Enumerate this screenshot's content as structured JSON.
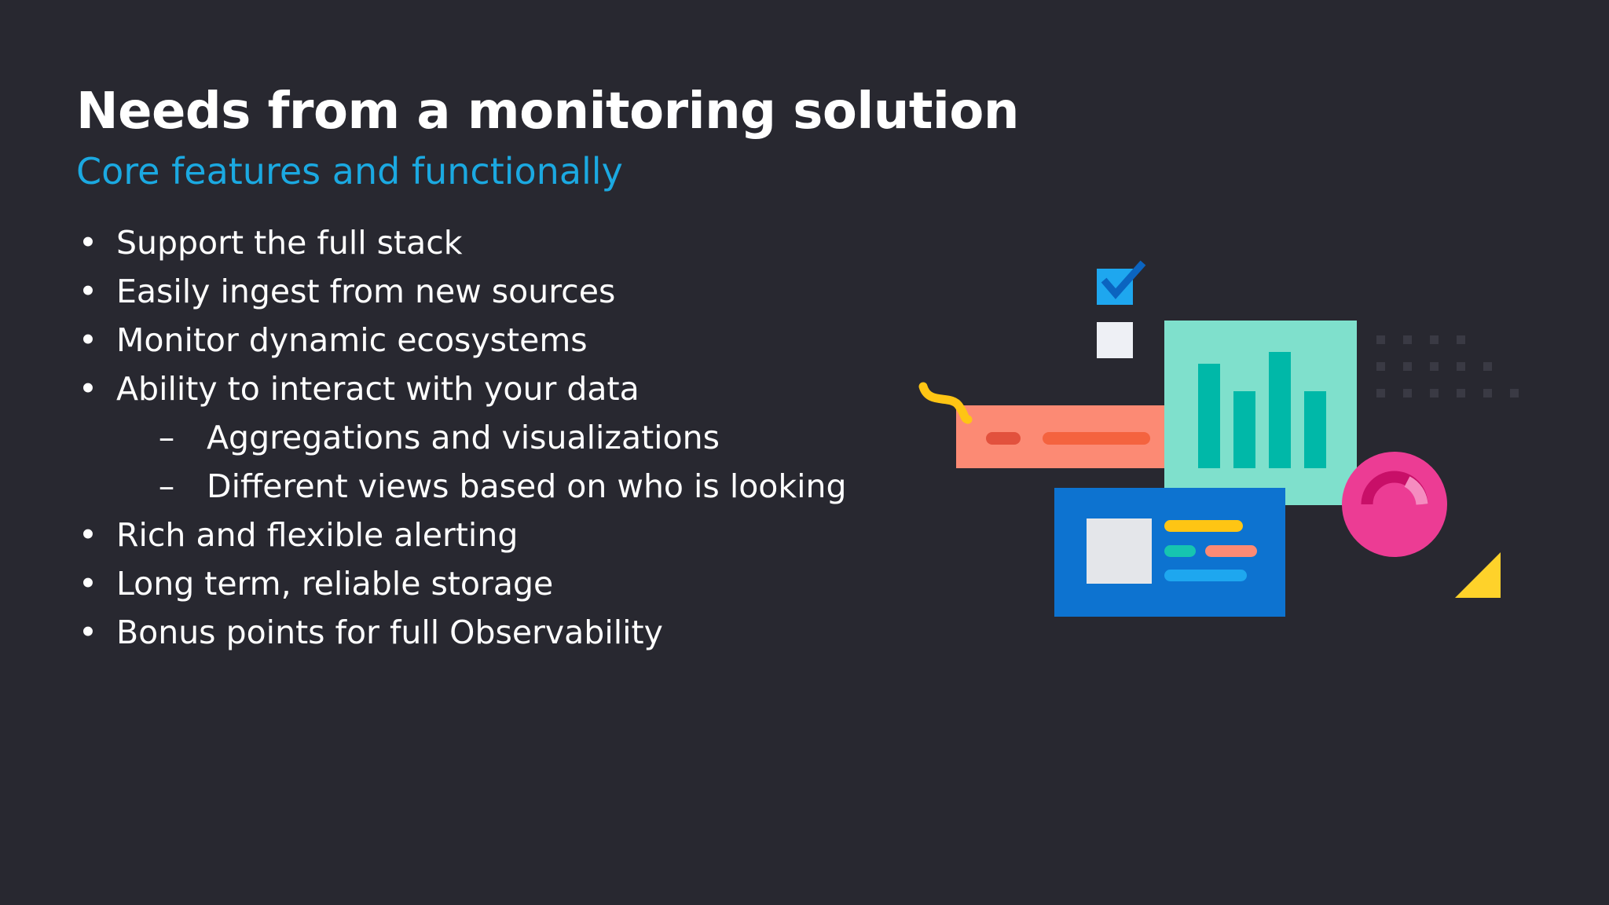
{
  "slide": {
    "title": "Needs from a monitoring solution",
    "subtitle": "Core features and functionally",
    "bullets": [
      {
        "text": "Support the full stack",
        "level": 1
      },
      {
        "text": "Easily ingest from new sources",
        "level": 1
      },
      {
        "text": "Monitor dynamic ecosystems",
        "level": 1
      },
      {
        "text": "Ability to interact with your data",
        "level": 1
      },
      {
        "text": "Aggregations and visualizations",
        "level": 2
      },
      {
        "text": "Different views based on who is looking",
        "level": 2
      },
      {
        "text": "Rich and flexible alerting",
        "level": 1
      },
      {
        "text": "Long term, reliable storage",
        "level": 1
      },
      {
        "text": "Bonus points for full Observability",
        "level": 1
      }
    ],
    "bullet_marks": {
      "level1": "•",
      "level2": "–"
    }
  },
  "colors": {
    "background": "#282830",
    "title": "#ffffff",
    "subtitle": "#1ba9e1",
    "teal_card": "#7fe0cc",
    "teal_bars": "#00b8a8",
    "salmon_card": "#fc8a74",
    "blue_card": "#0d73d0",
    "pink_circle": "#ec3c94",
    "yellow": "#fed22a",
    "checkbox_blue": "#1ea7ef"
  },
  "icons": [
    "checkbox-checked-icon",
    "checkbox-empty-icon",
    "bar-chart-card",
    "gauge-circle-icon",
    "triangle-icon",
    "squiggle-icon"
  ]
}
